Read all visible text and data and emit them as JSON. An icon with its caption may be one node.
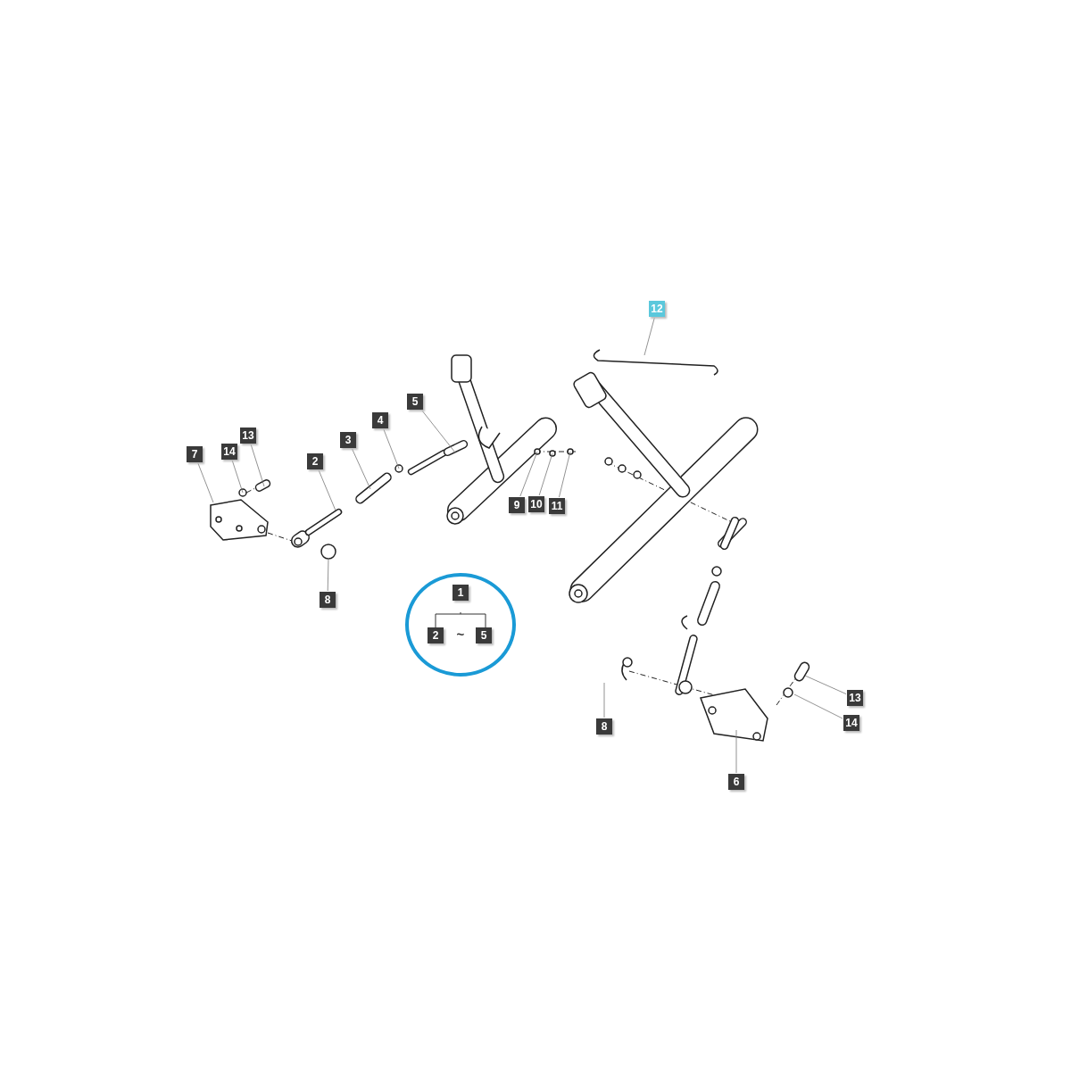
{
  "diagram": {
    "nodes": [
      {
        "text": [
          "12"
        ]
      },
      {
        "text": [
          "5"
        ]
      },
      {
        "text": [
          "13"
        ]
      },
      {
        "text": [
          "4"
        ]
      },
      {
        "text": [
          "3"
        ]
      },
      {
        "text": [
          "7"
        ]
      },
      {
        "text": [
          "14"
        ]
      },
      {
        "text": [
          "2"
        ]
      },
      {
        "text": [
          "9"
        ]
      },
      {
        "text": [
          "10"
        ]
      },
      {
        "text": [
          "11"
        ]
      },
      {
        "text": [
          "8"
        ]
      },
      {
        "text": [
          "~"
        ]
      },
      {
        "text": [
          "1"
        ],
        "in": 12
      },
      {
        "text": [
          "2"
        ],
        "in": 12
      },
      {
        "text": [
          "5"
        ],
        "in": 12
      },
      {
        "text": [
          "13"
        ]
      },
      {
        "text": [
          "8"
        ]
      },
      {
        "text": [
          "14"
        ]
      },
      {
        "text": [
          "6"
        ]
      }
    ],
    "edges": [
      {
        "from": 0,
        "to": null,
        "arrow": "none"
      },
      {
        "from": 1,
        "to": null,
        "arrow": "none"
      },
      {
        "from": 2,
        "to": null,
        "arrow": "none"
      },
      {
        "from": 3,
        "to": null,
        "arrow": "none"
      },
      {
        "from": 4,
        "to": null,
        "arrow": "none"
      },
      {
        "from": 5,
        "to": null,
        "arrow": "none"
      },
      {
        "from": 6,
        "to": null,
        "arrow": "none"
      },
      {
        "from": 7,
        "to": null,
        "arrow": "none"
      },
      {
        "from": 8,
        "to": null,
        "arrow": "none"
      },
      {
        "from": 9,
        "to": null,
        "arrow": "none"
      },
      {
        "from": 10,
        "to": null,
        "arrow": "none"
      },
      {
        "from": 11,
        "to": null,
        "arrow": "none"
      },
      {
        "from": 16,
        "to": null,
        "arrow": "none"
      },
      {
        "from": 17,
        "to": null,
        "arrow": "none"
      },
      {
        "from": 18,
        "to": null,
        "arrow": "none"
      },
      {
        "from": 19,
        "to": null,
        "arrow": "none"
      }
    ]
  }
}
